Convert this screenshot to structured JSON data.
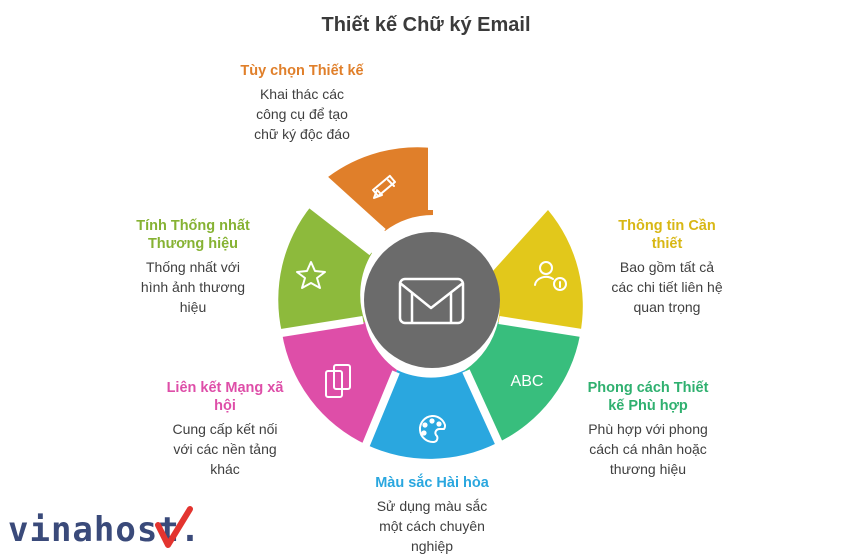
{
  "title": "Thiết kế Chữ ký Email",
  "center_icon": "gmail-m-icon",
  "segments": [
    {
      "id": "design",
      "color": "#E07F2A",
      "icon": "pencil-ruler-icon",
      "head": "Tùy chọn Thiết kế",
      "desc": [
        "Khai thác các",
        "công cụ để tạo",
        "chữ ký độc đáo"
      ]
    },
    {
      "id": "info",
      "color": "#E2C81B",
      "icon": "user-info-icon",
      "head": "Thông tin Cần thiết",
      "desc": [
        "Bao gồm tất cả",
        "các chi tiết liên hệ",
        "quan trọng"
      ]
    },
    {
      "id": "style",
      "color": "#38BE7D",
      "icon": "abc-text",
      "icon_text": "ABC",
      "head": "Phong cách Thiết kế Phù hợp",
      "desc": [
        "Phù hợp với phong",
        "cách cá nhân hoặc",
        "thương hiệu"
      ]
    },
    {
      "id": "color",
      "color": "#2AA7DF",
      "icon": "palette-icon",
      "head": "Màu sắc Hài hòa",
      "desc": [
        "Sử dụng màu sắc",
        "một cách chuyên",
        "nghiệp"
      ]
    },
    {
      "id": "social",
      "color": "#DE4EA8",
      "icon": "devices-icon",
      "head": "Liên kết Mạng xã hội",
      "desc": [
        "Cung cấp kết nối",
        "với các nền tảng",
        "khác"
      ]
    },
    {
      "id": "brand",
      "color": "#8DBA3C",
      "icon": "star-icon",
      "head": "Tính Thống nhất Thương hiệu",
      "desc": [
        "Thống nhất với",
        "hình ảnh thương",
        "hiệu"
      ]
    }
  ],
  "brand": {
    "text": "vinahost.",
    "mark_color": "#E3342F"
  }
}
